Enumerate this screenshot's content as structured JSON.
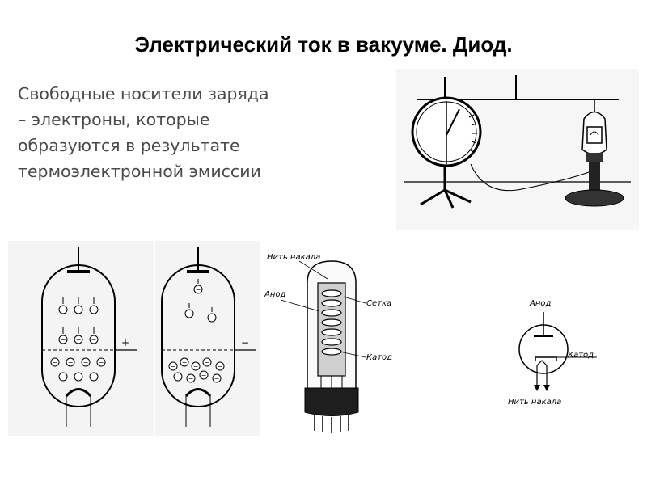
{
  "slide": {
    "title": "Электрический ток в вакууме. Диод.",
    "intro_lines": [
      "Свободные носители заряда",
      "– электроны, которые",
      "образуются в результате",
      "термоэлектронной эмиссии"
    ]
  },
  "figures": {
    "tube_positive": {
      "polarity": "+",
      "charge_symbol": "−"
    },
    "tube_negative": {
      "polarity": "−",
      "charge_symbol": "−"
    },
    "vacuum_tube": {
      "labels": {
        "filament": "Нить накала",
        "anode": "Анод",
        "grid": "Сетка",
        "cathode": "Катод"
      }
    },
    "diode_symbol": {
      "labels": {
        "anode": "Анод",
        "cathode": "Катод",
        "filament": "Нить накала"
      }
    }
  }
}
